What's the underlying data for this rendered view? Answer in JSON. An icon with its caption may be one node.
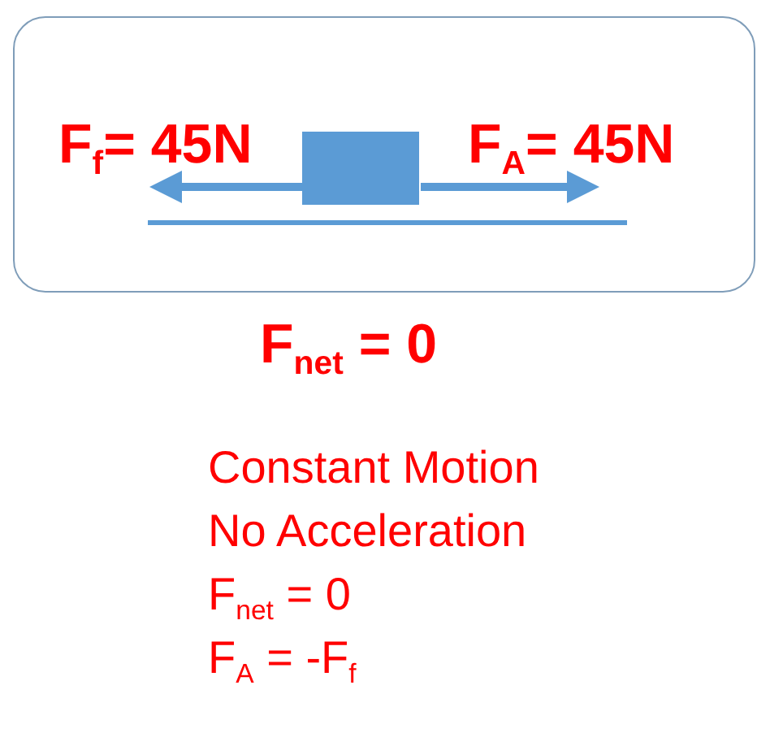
{
  "diagram": {
    "nodes": [
      {
        "text": [
          "F$_{f}$= 45N",
          "F$_{A}$= 45N"
        ]
      },
      {
        "text": [],
        "shape": "box",
        "in": 0
      }
    ],
    "labels": [
      "F$_{net}$ = 0",
      "Constant Motion",
      "No Acceleration",
      "F$_{net}$ = 0",
      "F$_{A}$ = -F$_{f}$"
    ]
  }
}
